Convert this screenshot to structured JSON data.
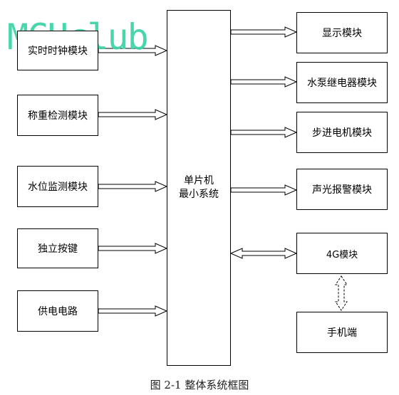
{
  "diagram": {
    "center": {
      "line1": "单片机",
      "line2": "最小系统"
    },
    "inputs": [
      {
        "label": "实时时钟模块"
      },
      {
        "label": "称重检测模块"
      },
      {
        "label": "水位监测模块"
      },
      {
        "label": "独立按键"
      },
      {
        "label": "供电电路"
      }
    ],
    "outputs": [
      {
        "label": "显示模块"
      },
      {
        "label": "水泵继电器模块"
      },
      {
        "label": "步进电机模块"
      },
      {
        "label": "声光报警模块"
      }
    ],
    "bidirectional": {
      "label": "4G模块"
    },
    "phone": {
      "label": "手机端"
    }
  },
  "watermark": {
    "text": "MCUclub"
  },
  "caption": {
    "text": "图 2-1 整体系统框图"
  }
}
